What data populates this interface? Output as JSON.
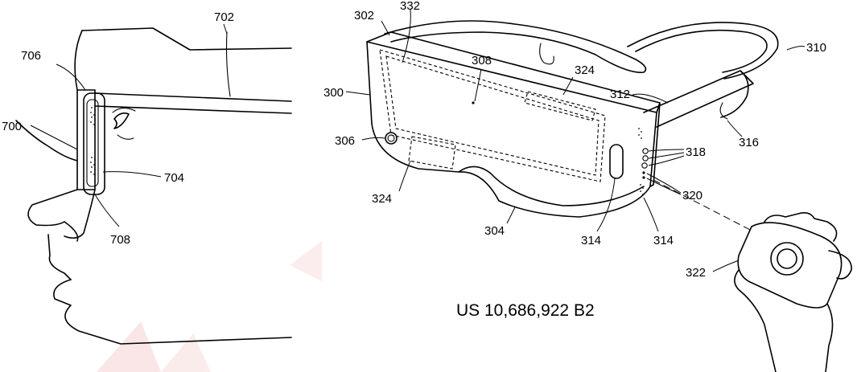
{
  "caption": "US 10,686,922 B2",
  "left_figure": {
    "labels": {
      "l702": "702",
      "l706": "706",
      "l700": "700",
      "l704": "704",
      "l708": "708"
    }
  },
  "right_figure": {
    "labels": {
      "l302": "302",
      "l332": "332",
      "l308": "308",
      "l324a": "324",
      "l310": "310",
      "l312": "312",
      "l300": "300",
      "l306": "306",
      "l318": "318",
      "l316": "316",
      "l320": "320",
      "l324b": "324",
      "l304": "304",
      "l314a": "314",
      "l314b": "314",
      "l322": "322"
    }
  },
  "colors": {
    "line": "#000000",
    "background": "#ffffff",
    "watermark": "#f3c9c9"
  }
}
